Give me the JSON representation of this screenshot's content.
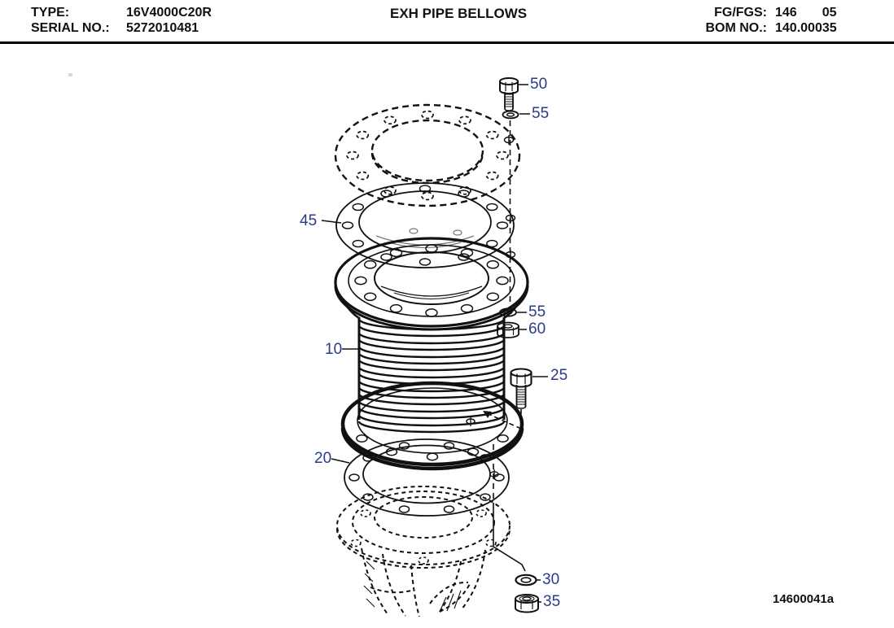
{
  "header": {
    "type_label": "TYPE:",
    "type_value": "16V4000C20R",
    "serial_label": "SERIAL NO.:",
    "serial_value": "5272010481",
    "title": "EXH PIPE BELLOWS",
    "fg_label": "FG/FGS:",
    "fg_value_1": "146",
    "fg_value_2": "05",
    "bom_label": "BOM NO.:",
    "bom_value": "140.00035"
  },
  "diagram": {
    "drawing_number": "14600041a",
    "callout_color": "#2b3b8c",
    "callouts": [
      {
        "id": "50"
      },
      {
        "id": "55"
      },
      {
        "id": "45"
      },
      {
        "id": "55"
      },
      {
        "id": "60"
      },
      {
        "id": "10"
      },
      {
        "id": "25"
      },
      {
        "id": "20"
      },
      {
        "id": "30"
      },
      {
        "id": "35"
      }
    ]
  }
}
